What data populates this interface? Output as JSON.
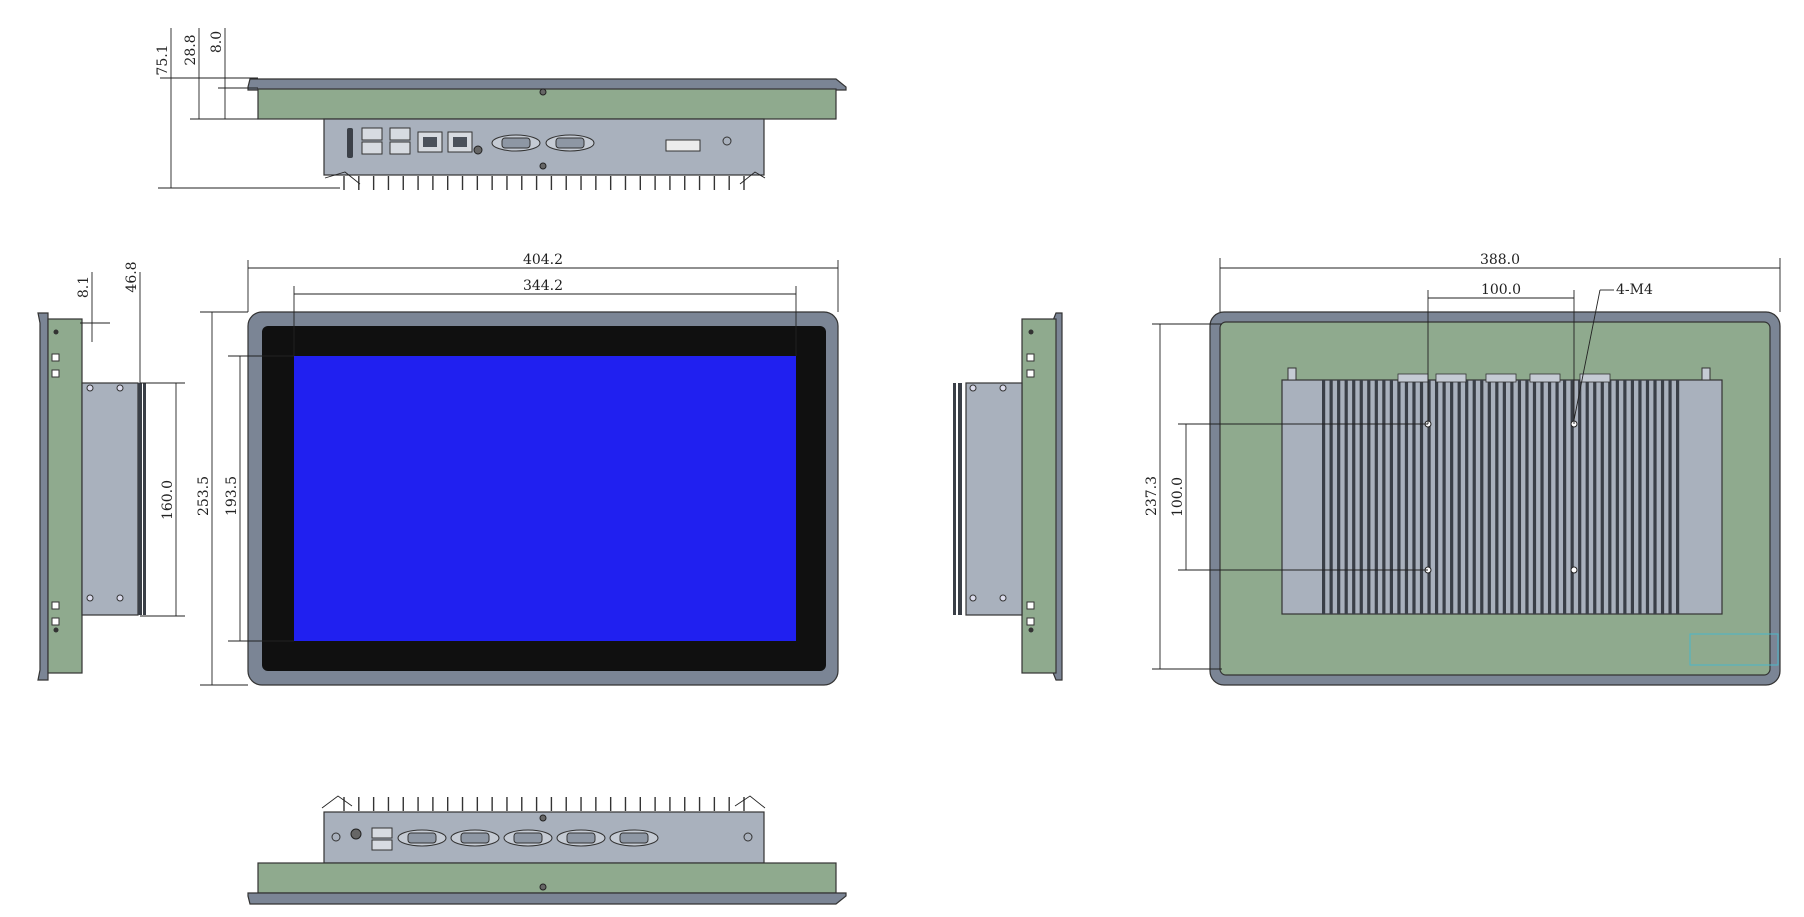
{
  "drawing": {
    "dimensions": {
      "top_total_depth": "75.1",
      "top_body_depth": "28.8",
      "top_front_thickness": "8.0",
      "side_bezel_thickness": "8.1",
      "side_panel_depth": "46.8",
      "side_box_height": "160.0",
      "front_width": "404.2",
      "screen_width": "344.2",
      "front_height": "253.5",
      "screen_height": "193.5",
      "rear_width": "388.0",
      "vesa_horizontal": "100.0",
      "mount_holes_label": "4-M4",
      "rear_height": "237.3",
      "vesa_vertical": "100.0"
    },
    "colors": {
      "panel": "#8faa8e",
      "frame": "#7b8595",
      "box": "#a9b1bd",
      "screen": "#2020f0",
      "bezel": "#101010",
      "fin": "#3a3f47"
    },
    "views": {
      "top": {
        "usb_ports": 4,
        "lan_ports": 2,
        "db9_ports": 2,
        "vents": 28
      },
      "bottom": {
        "usb_ports": 2,
        "db9_ports": 5,
        "vents": 28
      },
      "rear": {
        "heatsink_fins": 48
      }
    }
  }
}
